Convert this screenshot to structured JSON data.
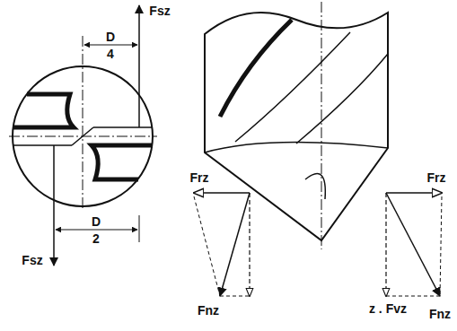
{
  "diagram": {
    "labels": [
      "D",
      "4",
      "Fsz",
      "D",
      "2",
      "Fsz",
      "Frz",
      "Frz",
      "z . Fvz",
      "Fnz",
      "Fnz"
    ]
  }
}
